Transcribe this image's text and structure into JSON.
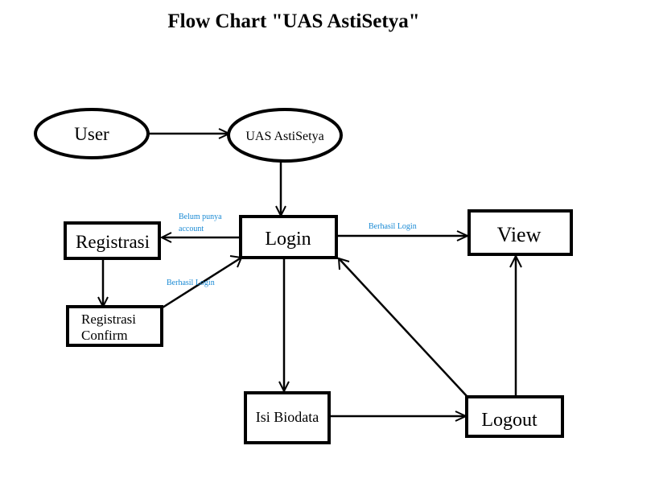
{
  "diagram": {
    "title": "Flow Chart \"UAS AstiSetya\"",
    "nodes": [
      {
        "id": "user",
        "label": "User",
        "shape": "ellipse"
      },
      {
        "id": "uas",
        "label": "UAS AstiSetya",
        "shape": "ellipse"
      },
      {
        "id": "login",
        "label": "Login",
        "shape": "rect"
      },
      {
        "id": "registrasi",
        "label": "Registrasi",
        "shape": "rect"
      },
      {
        "id": "registrasi_confirm",
        "label_line1": "Registrasi",
        "label_line2": "Confirm",
        "shape": "rect"
      },
      {
        "id": "view",
        "label": "View",
        "shape": "rect"
      },
      {
        "id": "isi_biodata",
        "label": "Isi Biodata",
        "shape": "rect"
      },
      {
        "id": "logout",
        "label": "Logout",
        "shape": "rect"
      }
    ],
    "edges": [
      {
        "from": "user",
        "to": "uas"
      },
      {
        "from": "uas",
        "to": "login"
      },
      {
        "from": "login",
        "to": "registrasi",
        "label_line1": "Belum punya",
        "label_line2": "account"
      },
      {
        "from": "registrasi",
        "to": "registrasi_confirm"
      },
      {
        "from": "registrasi_confirm",
        "to": "login",
        "label": "Berhasil Login"
      },
      {
        "from": "login",
        "to": "view",
        "label": "Berhasil Login"
      },
      {
        "from": "login",
        "to": "isi_biodata"
      },
      {
        "from": "isi_biodata",
        "to": "logout"
      },
      {
        "from": "logout",
        "to": "login"
      },
      {
        "from": "logout",
        "to": "view"
      }
    ],
    "colors": {
      "line": "#000000",
      "edge_label": "#1a8ad4",
      "background": "#ffffff"
    }
  }
}
